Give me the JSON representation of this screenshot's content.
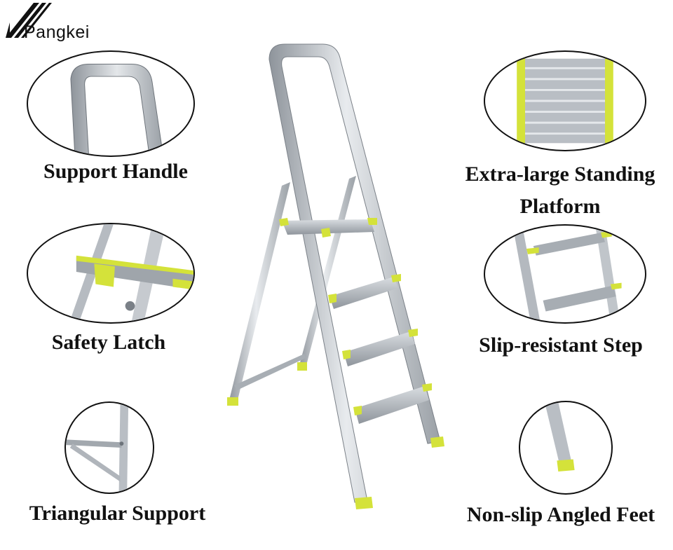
{
  "brand": {
    "name": "Pangkei",
    "logo_mark": "stripe-k-logo"
  },
  "colors": {
    "aluminum": "#c7cbd0",
    "aluminum_dark": "#8e949b",
    "accent_yellow": "#d4e23a",
    "outline": "#111111"
  },
  "features": {
    "support_handle": "Support Handle",
    "standing_platform": "Extra-large Standing Platform",
    "safety_latch": "Safety Latch",
    "slip_resistant_step": "Slip-resistant Step",
    "triangular_support": "Triangular Support",
    "non_slip_feet": "Non-slip Angled Feet"
  },
  "product": {
    "type": "aluminum-step-ladder",
    "steps_count": 4
  }
}
